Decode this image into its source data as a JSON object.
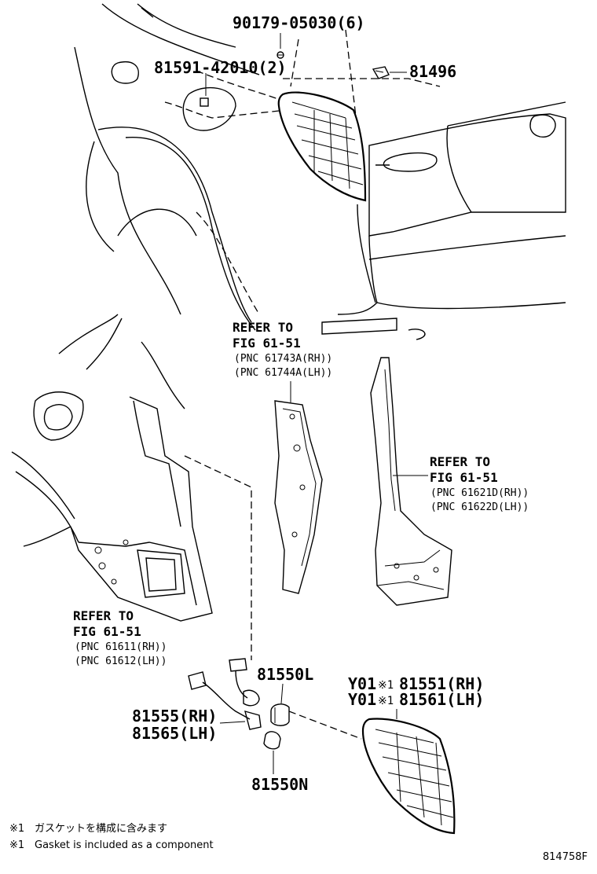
{
  "callouts": {
    "screw": "90179-05030(6)",
    "nut": "81591-42010(2)",
    "clip": "81496",
    "bulb_l": "81550L",
    "bulb_n": "81550N",
    "socket_rh": "81555(RH)",
    "socket_lh": "81565(LH)",
    "lamp_rh_prefix": "Y01",
    "lamp_rh_mark": "※1",
    "lamp_rh": "81551(RH)",
    "lamp_lh_prefix": "Y01",
    "lamp_lh_mark": "※1",
    "lamp_lh": "81561(LH)"
  },
  "refs": {
    "upper": {
      "line1": "REFER TO",
      "line2": "FIG 61-51",
      "pnc1": "(PNC 61743A(RH))",
      "pnc2": "(PNC 61744A(LH))"
    },
    "right": {
      "line1": "REFER TO",
      "line2": "FIG 61-51",
      "pnc1": "(PNC 61621D(RH))",
      "pnc2": "(PNC 61622D(LH))"
    },
    "left": {
      "line1": "REFER TO",
      "line2": "FIG 61-51",
      "pnc1": "(PNC 61611(RH))",
      "pnc2": "(PNC 61612(LH))"
    }
  },
  "notes": {
    "jp_mark": "※1",
    "jp": "ガスケットを構成に含みます",
    "en_mark": "※1",
    "en": "Gasket is included as a component"
  },
  "figure_id": "814758F"
}
